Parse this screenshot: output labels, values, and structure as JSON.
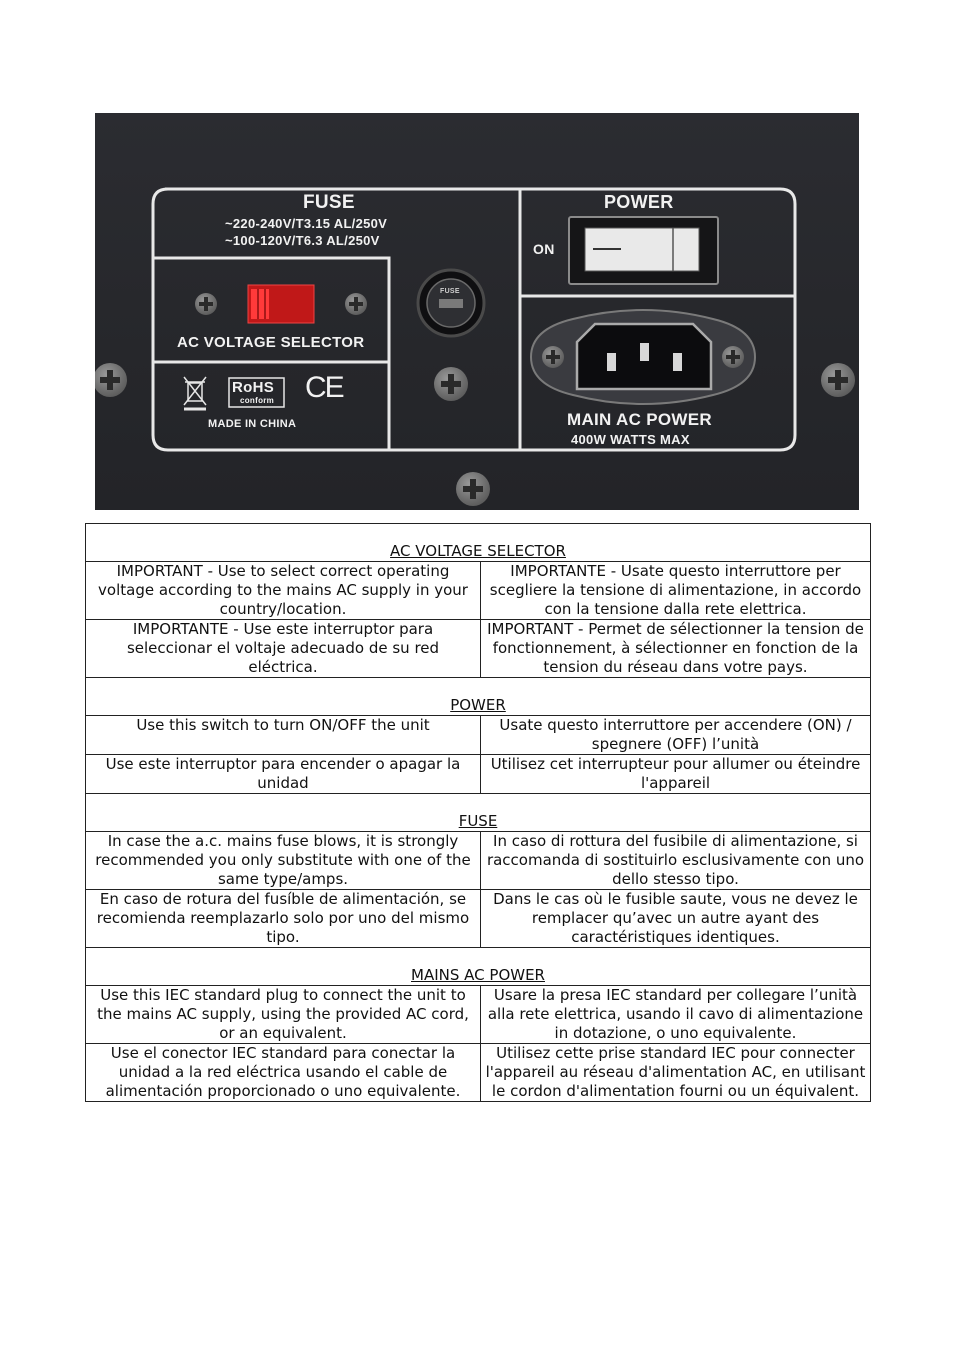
{
  "panel": {
    "fuse_title": "FUSE",
    "fuse_rating_1": "~220-240V/T3.15 AL/250V",
    "fuse_rating_2": "~100-120V/T6.3 AL/250V",
    "power_title": "POWER",
    "on_label": "ON",
    "fuse_holder_label": "FUSE",
    "voltage_selector_label": "AC VOLTAGE SELECTOR",
    "rohs_label": "RoHS",
    "rohs_sub": "conform",
    "ce_label": "CE",
    "made_in": "MADE IN CHINA",
    "main_ac_title": "MAIN AC POWER",
    "main_ac_sub": "400W WATTS MAX"
  },
  "sections": [
    {
      "title": "AC VOLTAGE SELECTOR",
      "rows": [
        [
          "IMPORTANT - Use to select correct operating voltage according to the mains AC supply in your country/location.",
          "IMPORTANTE - Usate questo interruttore per scegliere la tensione di alimentazione, in accordo con la tensione dalla rete elettrica."
        ],
        [
          "IMPORTANTE - Use este interruptor para seleccionar el voltaje adecuado de su red eléctrica.",
          "IMPORTANT - Permet de sélectionner la tension de fonctionnement, à sélectionner en fonction de la tension du réseau dans votre pays."
        ]
      ]
    },
    {
      "title": "POWER",
      "rows": [
        [
          "Use this switch to turn ON/OFF the unit",
          "Usate questo interruttore per accendere (ON) / spegnere (OFF) l’unità"
        ],
        [
          "Use este interruptor para encender o apagar la unidad",
          "Utilisez cet interrupteur pour allumer ou éteindre l'appareil"
        ]
      ]
    },
    {
      "title": "FUSE",
      "rows": [
        [
          "In case the a.c. mains fuse blows, it is strongly recommended you only substitute with one of the same type/amps.",
          "In caso di rottura del fusibile di alimentazione, si raccomanda di sostituirlo esclusivamente con uno dello stesso tipo."
        ],
        [
          "En caso de rotura del fusíble de alimentación, se recomienda reemplazarlo solo por uno del mismo tipo.",
          "Dans le cas où le fusible saute, vous ne devez le remplacer qu’avec un autre ayant des caractéristiques identiques."
        ]
      ]
    },
    {
      "title": "MAINS AC POWER",
      "rows": [
        [
          "Use this IEC standard plug to connect the unit to the mains AC supply, using the provided AC cord, or an equivalent.",
          "Usare la presa IEC standard per collegare l’unità alla rete elettrica, usando il cavo di alimentazione in dotazione, o uno equivalente."
        ],
        [
          "Use el conector IEC standard para conectar la unidad a la red eléctrica usando el cable de alimentación proporcionado o uno equivalente.",
          "Utilisez cette prise standard IEC pour connecter l'appareil au réseau d'alimentation AC, en utilisant le cordon d'alimentation fourni ou un équivalent."
        ]
      ]
    }
  ]
}
